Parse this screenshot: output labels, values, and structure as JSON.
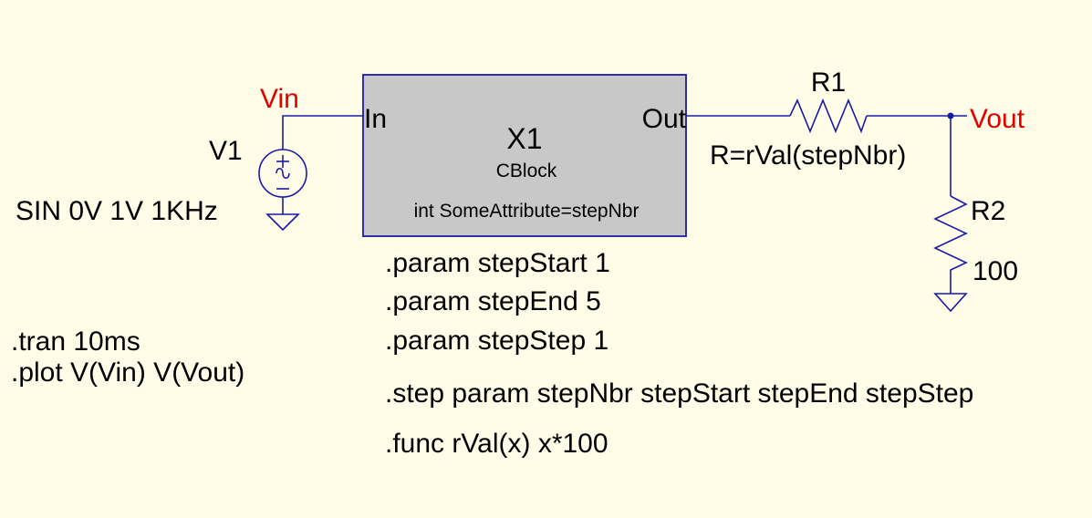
{
  "colors": {
    "background": "#FFFDE7",
    "wire": "#1A1AA8",
    "net_label": "#E00000",
    "block_fill": "#C8C8C8",
    "text": "#000000"
  },
  "nets": {
    "vin": "Vin",
    "vout": "Vout"
  },
  "source": {
    "name": "V1",
    "value": "SIN 0V 1V 1KHz",
    "icon": "ac-voltage-source-icon"
  },
  "block": {
    "ref": "X1",
    "type": "CBlock",
    "attribute": "int SomeAttribute=stepNbr",
    "pin_in": "In",
    "pin_out": "Out"
  },
  "r1": {
    "name": "R1",
    "value": "R=rVal(stepNbr)"
  },
  "r2": {
    "name": "R2",
    "value": "100"
  },
  "directives_left": [
    ".tran 10ms",
    ".plot V(Vin) V(Vout)"
  ],
  "directives_params": [
    ".param stepStart 1",
    ".param stepEnd 5",
    ".param stepStep 1"
  ],
  "directive_step": ".step param stepNbr stepStart stepEnd stepStep",
  "directive_func": ".func rVal(x) x*100"
}
